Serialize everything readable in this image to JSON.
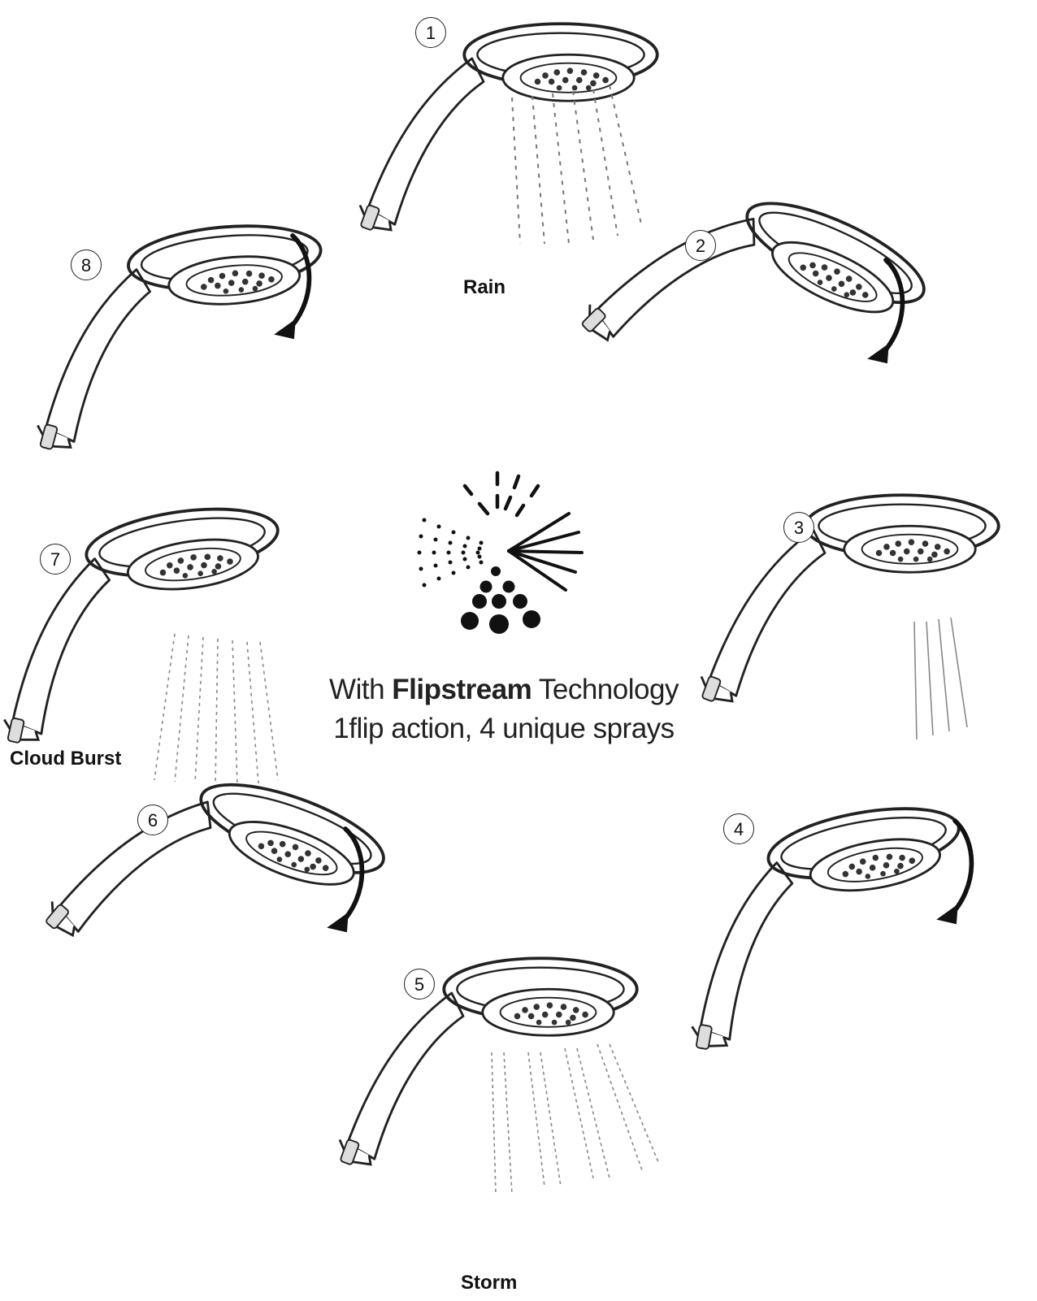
{
  "steps": [
    {
      "number": "1",
      "label": "Rain"
    },
    {
      "number": "2",
      "label": ""
    },
    {
      "number": "3",
      "label": ""
    },
    {
      "number": "4",
      "label": ""
    },
    {
      "number": "5",
      "label": "Storm"
    },
    {
      "number": "6",
      "label": ""
    },
    {
      "number": "7",
      "label": "Cloud Burst"
    },
    {
      "number": "8",
      "label": ""
    }
  ],
  "center": {
    "line1_prefix": "With ",
    "line1_brand": "Flipstream",
    "line1_suffix": " Technology",
    "line2": "1flip action, 4 unique sprays"
  },
  "icons": [
    "shower-head-icon",
    "rotate-arrow-icon",
    "spray-pattern-icon"
  ]
}
